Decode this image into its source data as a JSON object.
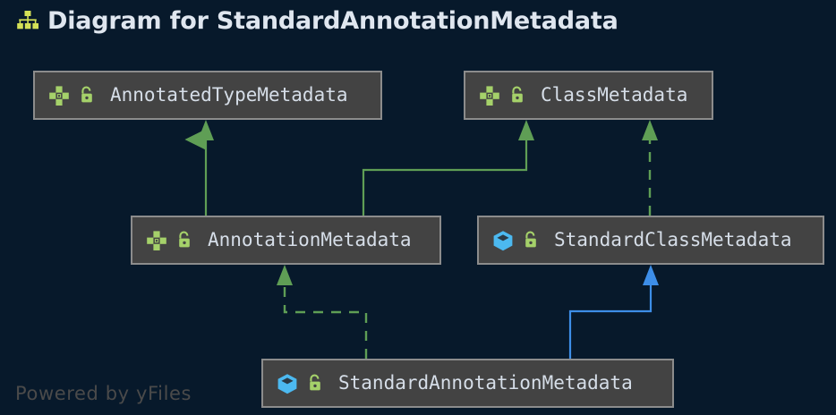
{
  "header": {
    "icon": "hierarchy-icon",
    "title": "Diagram for StandardAnnotationMetadata"
  },
  "colors": {
    "background": "#07192b",
    "node_fill": "#434343",
    "node_border": "#8c8c8c",
    "node_text": "#d6dee8",
    "title_text": "#dfe6ef",
    "title_icon": "#d4e157",
    "interface_icon": "#a5d16a",
    "class_icon": "#4cb9f0",
    "lock_icon": "#a5d16a",
    "edge_green": "#5f9e55",
    "edge_blue": "#3d8ee8",
    "watermark": "#4a4a4a"
  },
  "nodes": [
    {
      "id": "annotatedtypemetadata",
      "label": "AnnotatedTypeMetadata",
      "stereotype": "interface",
      "visibility": "public",
      "type_icon": "interface-icon",
      "lock_icon": "unlocked-icon"
    },
    {
      "id": "classmetadata",
      "label": "ClassMetadata",
      "stereotype": "interface",
      "visibility": "public",
      "type_icon": "interface-icon",
      "lock_icon": "unlocked-icon"
    },
    {
      "id": "annotationmetadata",
      "label": "AnnotationMetadata",
      "stereotype": "interface",
      "visibility": "public",
      "type_icon": "interface-icon",
      "lock_icon": "unlocked-icon"
    },
    {
      "id": "standardclassmetadata",
      "label": "StandardClassMetadata",
      "stereotype": "class",
      "visibility": "public",
      "type_icon": "class-icon",
      "lock_icon": "unlocked-icon"
    },
    {
      "id": "standardannotationmetadata",
      "label": "StandardAnnotationMetadata",
      "stereotype": "class",
      "visibility": "public",
      "type_icon": "class-icon",
      "lock_icon": "unlocked-icon"
    }
  ],
  "edges": [
    {
      "id": "annotationmetadata-to-annotatedtypemetadata",
      "from": "annotationmetadata",
      "to": "annotatedtypemetadata",
      "style": "solid",
      "color": "#5f9e55",
      "arrow": "triangle",
      "relation": "extends"
    },
    {
      "id": "annotationmetadata-to-classmetadata",
      "from": "annotationmetadata",
      "to": "classmetadata",
      "style": "solid",
      "color": "#5f9e55",
      "arrow": "triangle",
      "relation": "extends"
    },
    {
      "id": "standardclassmetadata-to-classmetadata",
      "from": "standardclassmetadata",
      "to": "classmetadata",
      "style": "dashed",
      "color": "#5f9e55",
      "arrow": "triangle",
      "relation": "implements"
    },
    {
      "id": "standardannotationmetadata-to-annotationmetadata",
      "from": "standardannotationmetadata",
      "to": "annotationmetadata",
      "style": "dashed",
      "color": "#5f9e55",
      "arrow": "triangle",
      "relation": "implements"
    },
    {
      "id": "standardannotationmetadata-to-standardclassmetadata",
      "from": "standardannotationmetadata",
      "to": "standardclassmetadata",
      "style": "solid",
      "color": "#3d8ee8",
      "arrow": "triangle",
      "relation": "extends"
    }
  ],
  "watermark": {
    "text": "Powered by yFiles"
  }
}
